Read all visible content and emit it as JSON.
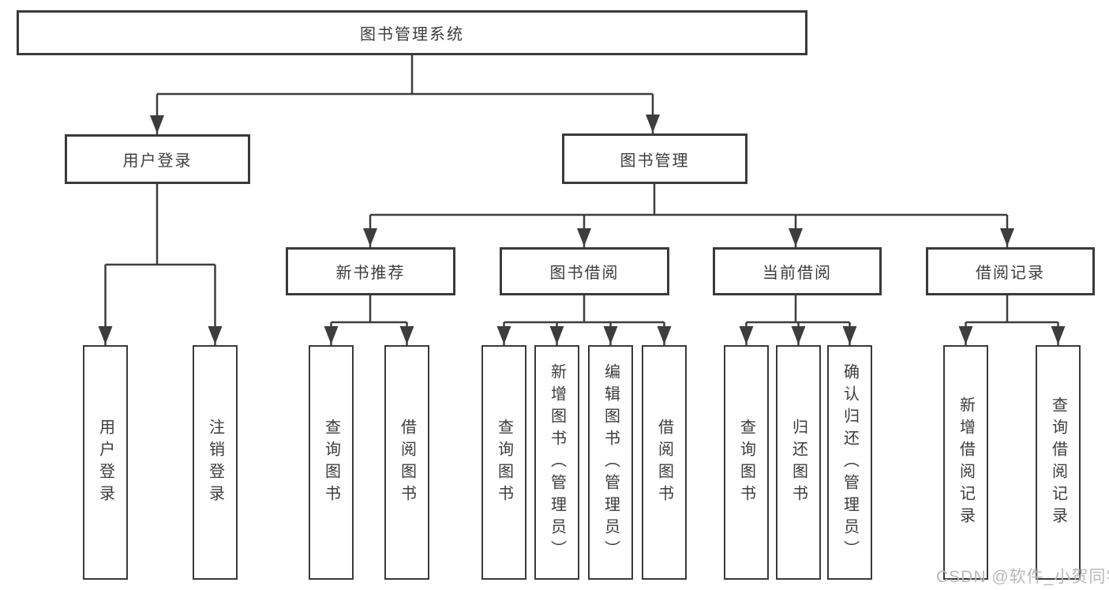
{
  "diagram": {
    "root_label": "图书管理系统",
    "level2": [
      {
        "label": "用户登录"
      },
      {
        "label": "图书管理"
      }
    ],
    "level3": [
      {
        "label": "新书推荐"
      },
      {
        "label": "图书借阅"
      },
      {
        "label": "当前借阅"
      },
      {
        "label": "借阅记录"
      }
    ],
    "leaves": {
      "user_login": [
        "用户登录",
        "注销登录"
      ],
      "new_book": [
        "查询图书",
        "借阅图书"
      ],
      "book_borrow": [
        "查询图书",
        "新增图书（管理员）",
        "编辑图书（管理员）",
        "借阅图书"
      ],
      "current_borrow": [
        "查询图书",
        "归还图书",
        "确认归还（管理员）"
      ],
      "borrow_record": [
        "新增借阅记录",
        "查询借阅记录"
      ]
    },
    "colors": {
      "line": "#3d3d3d",
      "border": "#3a3a3a",
      "text": "#3c3c3c",
      "watermark": "#b9b9b9"
    }
  },
  "watermark": "CSDN @软件_小贺同学"
}
